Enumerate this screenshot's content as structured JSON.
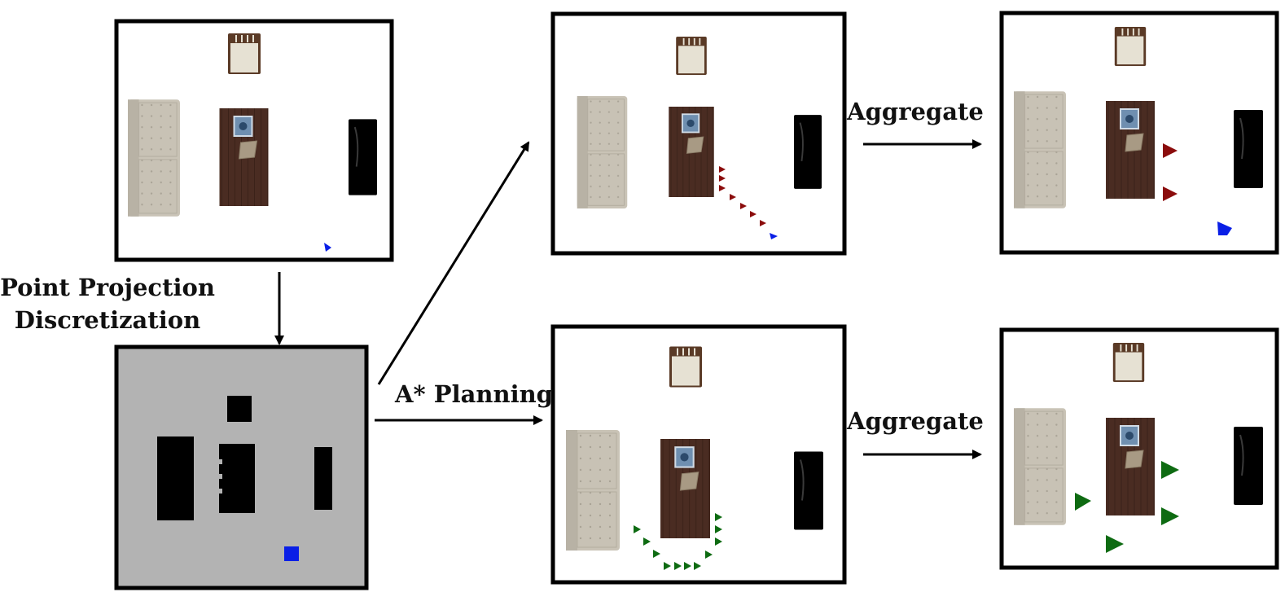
{
  "labels": {
    "projection_line1": "Point Projection",
    "projection_line2": "Discretization",
    "planning": "A* Planning",
    "aggregate_top": "Aggregate",
    "aggregate_bottom": "Aggregate"
  },
  "colors": {
    "grid_background": "#b3b3b3",
    "obstacle": "#000000",
    "agent": "#0a1fe6",
    "path_red": "#8b0c0c",
    "path_green": "#0e6b12",
    "table_wood": "#4a2c22",
    "sofa": "#c9c3b6",
    "chair_frame": "#5a3a26",
    "chair_seat": "#e6e1d3"
  },
  "icons": {
    "sofa": "sofa-icon",
    "table": "table-icon",
    "chair": "chair-icon",
    "fridge": "fridge-icon",
    "agent": "agent-marker-icon",
    "waypoint": "waypoint-triangle-icon"
  }
}
